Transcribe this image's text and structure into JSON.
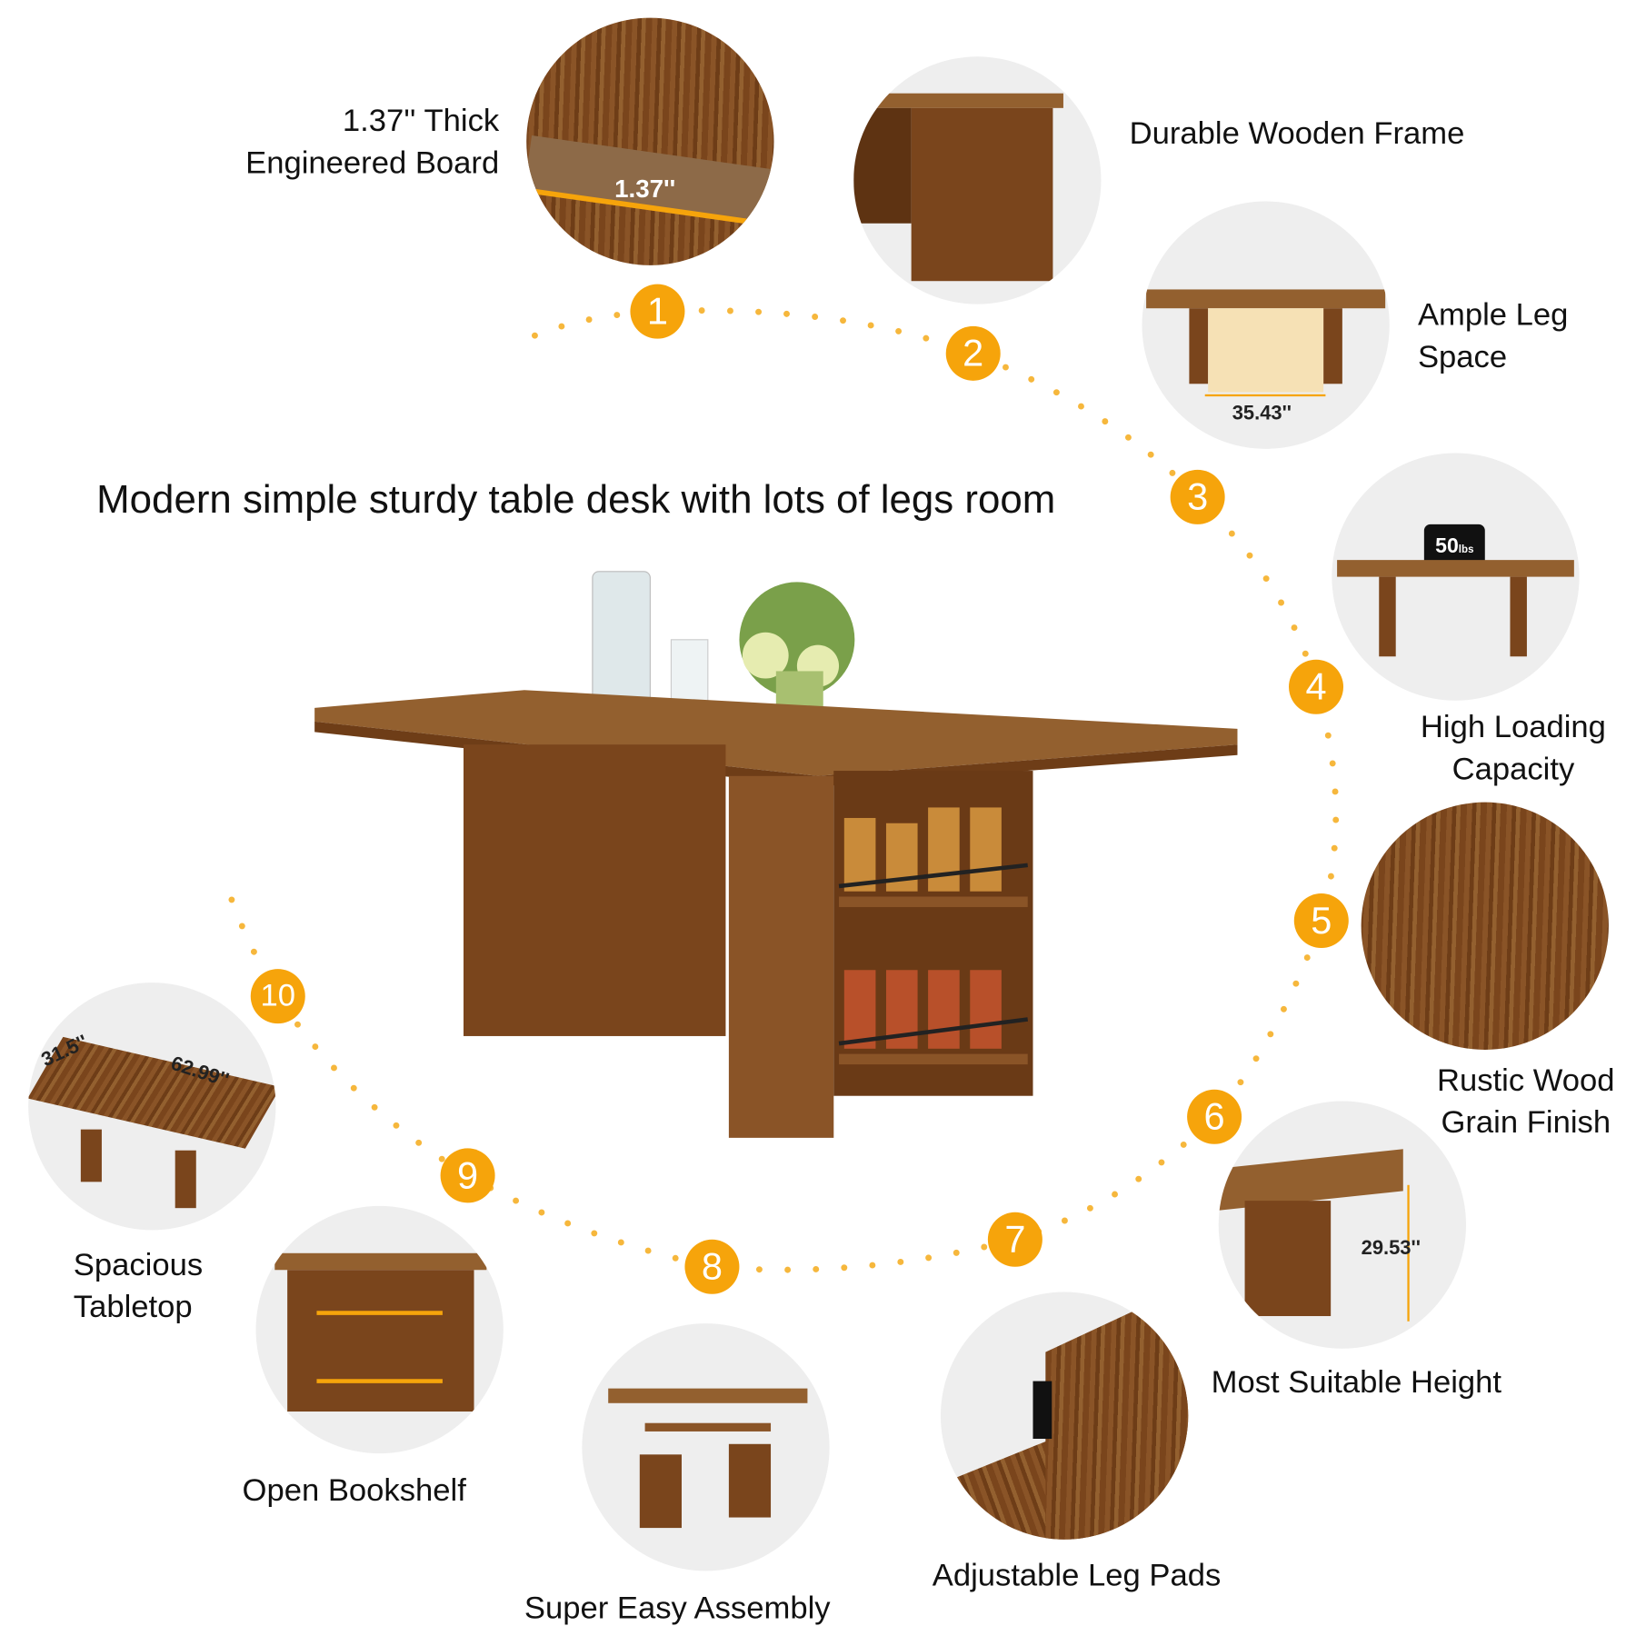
{
  "title": "Modern simple sturdy table desk with lots of legs room",
  "features": [
    {
      "num": "1",
      "label_lines": [
        "1.37'' Thick",
        "Engineered Board"
      ],
      "dimension": "1.37''"
    },
    {
      "num": "2",
      "label_lines": [
        "Durable Wooden Frame"
      ]
    },
    {
      "num": "3",
      "label_lines": [
        "Ample Leg",
        "Space"
      ],
      "dimension": "35.43''"
    },
    {
      "num": "4",
      "label_lines": [
        "High Loading",
        "Capacity"
      ],
      "dimension": "50",
      "unit": "lbs"
    },
    {
      "num": "5",
      "label_lines": [
        "Rustic Wood",
        "Grain Finish"
      ]
    },
    {
      "num": "6",
      "label_lines": [
        "Most Suitable Height"
      ],
      "dimension": "29.53''"
    },
    {
      "num": "7",
      "label_lines": [
        "Adjustable Leg Pads"
      ]
    },
    {
      "num": "8",
      "label_lines": [
        "Super Easy Assembly"
      ]
    },
    {
      "num": "9",
      "label_lines": [
        "Open Bookshelf"
      ]
    },
    {
      "num": "10",
      "label_lines": [
        "Spacious",
        "Tabletop"
      ],
      "dimension": "62.99''",
      "dimension2": "31.5''"
    }
  ],
  "colors": {
    "accent": "#f6a40b",
    "wood": "#7a451c",
    "circle_bg": "#eeeeee"
  }
}
